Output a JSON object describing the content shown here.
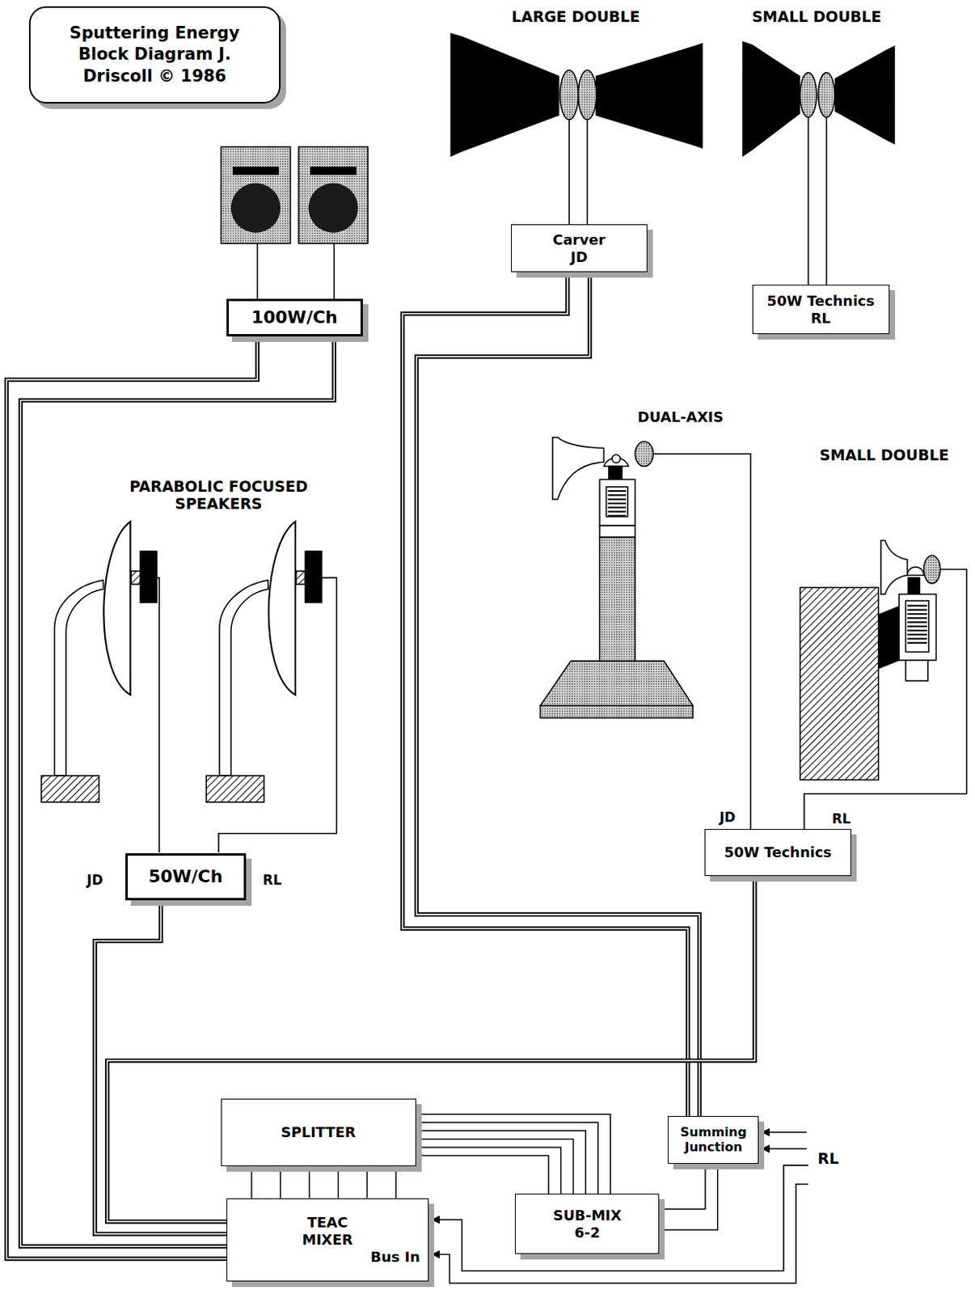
{
  "diagram": {
    "title": "Sputtering Energy Block Diagram J. Driscoll © 1986",
    "nodes": [
      {
        "text": [
          "Carver JD"
        ]
      },
      {
        "text": [
          "50W Technics RL"
        ]
      },
      {
        "text": [
          "100W/Ch"
        ]
      },
      {
        "text": [
          "50W Technics"
        ]
      },
      {
        "text": [
          "50W/Ch"
        ]
      },
      {
        "text": [
          "SPLITTER"
        ]
      },
      {
        "text": [
          "Summing Junction"
        ]
      },
      {
        "text": [
          "SUB-MIX 6-2"
        ]
      },
      {
        "text": [
          "TEAC MIXER",
          "Bus In"
        ]
      }
    ],
    "edges": [
      {
        "from": 8,
        "to": 2,
        "arrow": "none"
      },
      {
        "from": 8,
        "to": 2,
        "arrow": "none"
      },
      {
        "from": 8,
        "to": 4,
        "arrow": "none"
      },
      {
        "from": 6,
        "to": 0,
        "arrow": "none"
      },
      {
        "from": 6,
        "to": 0,
        "arrow": "none"
      },
      {
        "from": 3,
        "to": 8,
        "arrow": "none"
      },
      {
        "from": 5,
        "to": 8,
        "arrow": "none"
      },
      {
        "from": 5,
        "to": 8,
        "arrow": "none"
      },
      {
        "from": 5,
        "to": 8,
        "arrow": "none"
      },
      {
        "from": 5,
        "to": 8,
        "arrow": "none"
      },
      {
        "from": 5,
        "to": 8,
        "arrow": "none"
      },
      {
        "from": 5,
        "to": 8,
        "arrow": "none"
      },
      {
        "from": 5,
        "to": 7,
        "arrow": "none"
      },
      {
        "from": 5,
        "to": 7,
        "arrow": "none"
      },
      {
        "from": 5,
        "to": 7,
        "arrow": "none"
      },
      {
        "from": 5,
        "to": 7,
        "arrow": "none"
      },
      {
        "from": 5,
        "to": 7,
        "arrow": "none"
      },
      {
        "from": 5,
        "to": 7,
        "arrow": "none"
      },
      {
        "from": 7,
        "to": 6,
        "arrow": "none"
      },
      {
        "from": 7,
        "to": 6,
        "arrow": "none"
      }
    ],
    "labels": [
      "LARGE DOUBLE",
      "SMALL DOUBLE",
      "DUAL-AXIS",
      "SMALL DOUBLE",
      "PARABOLIC FOCUSED SPEAKERS",
      "JD",
      "RL",
      "JD",
      "RL",
      "RL"
    ]
  }
}
